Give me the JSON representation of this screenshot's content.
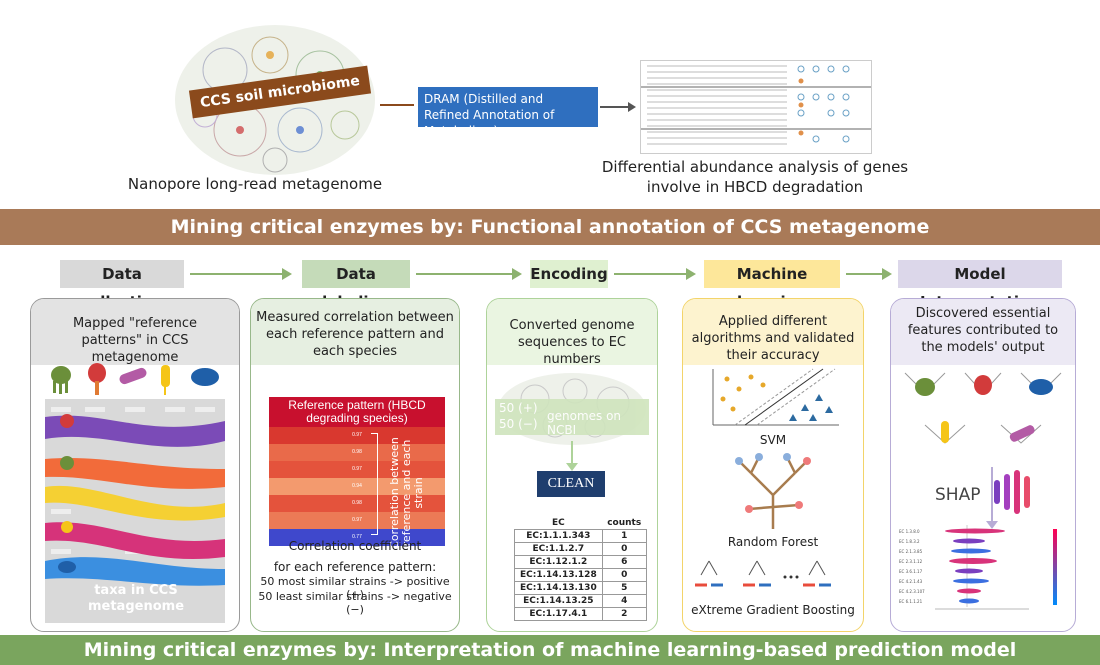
{
  "top": {
    "microbiome_label": "CCS soil microbiome",
    "metagenome_caption": "Nanopore long-read metagenome",
    "dram_label": "DRAM (Distilled and Refined Annotation of Metabolism)",
    "diff_caption": "Differential abundance analysis of genes involve in HBCD degradation"
  },
  "banner_top": "Mining critical enzymes by: Functional annotation of CCS metagenome",
  "steps": [
    {
      "label": "Data collection",
      "color": "#d9d9d9"
    },
    {
      "label": "Data labeling",
      "color": "#c5dbb9"
    },
    {
      "label": "Encoding",
      "color": "#dff0d0"
    },
    {
      "label": "Machine learning",
      "color": "#fde79a"
    },
    {
      "label": "Model Interpretation",
      "color": "#dcd7ea"
    }
  ],
  "cards": {
    "collection": {
      "heading": "Mapped \"reference patterns\" in CCS metagenome",
      "taxa_label": "taxa in CCS metagenome"
    },
    "labeling": {
      "heading": "Measured correlation between each reference pattern and each species",
      "reference_label": "Reference pattern (HBCD degrading species)",
      "heat_values": [
        "0.97",
        "0.98",
        "0.97",
        "0.94",
        "0.98",
        "0.97",
        "0.77"
      ],
      "side_label": "Correlation between reference and each strain",
      "coef_label": "Correlation coefficient",
      "rule_intro": "for each reference pattern:",
      "rule_pos": "50 most similar strains -> positive (+)",
      "rule_neg": "50 least similar strains -> negative (−)"
    },
    "encoding": {
      "heading": "Converted genome sequences to EC numbers",
      "pos_count": "50 (+)",
      "neg_count": "50 (−)",
      "genomes_label": "genomes on NCBI",
      "clean_label": "CLEAN",
      "table_headers": [
        "EC",
        "counts"
      ],
      "table_rows": [
        [
          "EC:1.1.1.343",
          "1"
        ],
        [
          "EC:1.1.2.7",
          "0"
        ],
        [
          "EC:1.12.1.2",
          "6"
        ],
        [
          "EC:1.14.13.128",
          "0"
        ],
        [
          "EC:1.14.13.130",
          "5"
        ],
        [
          "EC:1.14.13.25",
          "4"
        ],
        [
          "EC:1.17.4.1",
          "2"
        ]
      ]
    },
    "ml": {
      "heading": "Applied different algorithms and validated their accuracy",
      "svm_label": "SVM",
      "rf_label": "Random Forest",
      "xgb_label": "eXtreme Gradient Boosting"
    },
    "interpret": {
      "heading": "Discovered essential features contributed to the models' output",
      "shap_label": "SHAP"
    }
  },
  "banner_bottom": "Mining critical enzymes by: Interpretation of machine learning-based prediction model",
  "colors": {
    "banner_top": "#a97a58",
    "banner_bottom": "#7aa55e",
    "arrow": "#8db26f",
    "dram_box": "#2f6fbf",
    "microbiome_bar": "#8b4a1c",
    "heat_top": "#c8102e",
    "heat_bottom": "#3f48cc"
  }
}
